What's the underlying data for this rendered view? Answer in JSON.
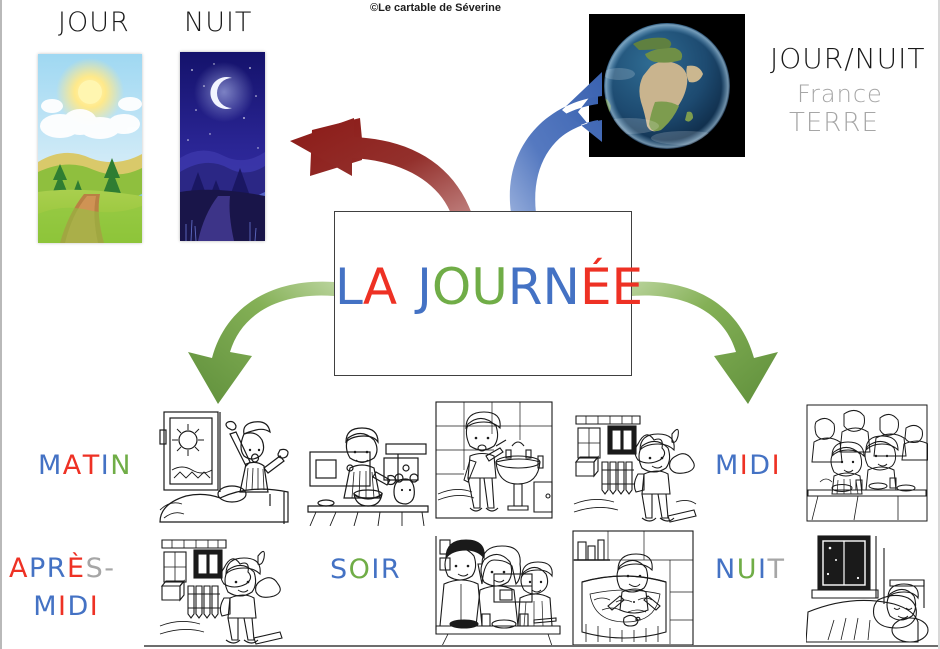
{
  "page": {
    "copyright": "©Le cartable de Séverine",
    "background": "#ffffff"
  },
  "colors": {
    "blue": "#4472C4",
    "red": "#EE3124",
    "green": "#70AD47",
    "grey": "#A6A6A6",
    "black": "#1a1a1a",
    "arrow_red": "#8C1A17",
    "arrow_blue": "#4472C4",
    "arrow_green": "#70AD47"
  },
  "top": {
    "jour_label": "JOUR",
    "nuit_label": "NUIT",
    "jour_image": "daytime-landscape-sun-photo",
    "nuit_image": "nighttime-landscape-moon-photo",
    "globe_image": "earth-globe-africa-europe-photo",
    "jour_nuit_title": "JOUR/NUIT",
    "france_label": "France",
    "terre_label": "TERRE"
  },
  "center": {
    "title": "LA JOURNÉE",
    "title_letters": [
      {
        "ch": "L",
        "color": "#4472C4"
      },
      {
        "ch": "A",
        "color": "#EE3124"
      },
      {
        "ch": " ",
        "color": "#ffffff"
      },
      {
        "ch": "J",
        "color": "#4472C4"
      },
      {
        "ch": "O",
        "color": "#70AD47"
      },
      {
        "ch": "U",
        "color": "#70AD47"
      },
      {
        "ch": "R",
        "color": "#4472C4"
      },
      {
        "ch": "N",
        "color": "#4472C4"
      },
      {
        "ch": "É",
        "color": "#EE3124"
      },
      {
        "ch": "E",
        "color": "#EE3124"
      }
    ]
  },
  "labels": {
    "matin": {
      "text": "MATIN",
      "letters": [
        {
          "ch": "M",
          "color": "#4472C4"
        },
        {
          "ch": "A",
          "color": "#EE3124"
        },
        {
          "ch": "T",
          "color": "#EE3124"
        },
        {
          "ch": "I",
          "color": "#4472C4"
        },
        {
          "ch": "N",
          "color": "#70AD47"
        }
      ]
    },
    "apres_midi": {
      "text": "APRÈS-MIDI",
      "line1": [
        {
          "ch": "A",
          "color": "#EE3124"
        },
        {
          "ch": "P",
          "color": "#4472C4"
        },
        {
          "ch": "R",
          "color": "#4472C4"
        },
        {
          "ch": "È",
          "color": "#EE3124"
        },
        {
          "ch": "S",
          "color": "#A6A6A6"
        },
        {
          "ch": "-",
          "color": "#A6A6A6"
        }
      ],
      "line2": [
        {
          "ch": "M",
          "color": "#4472C4"
        },
        {
          "ch": "I",
          "color": "#EE3124"
        },
        {
          "ch": "D",
          "color": "#4472C4"
        },
        {
          "ch": "I",
          "color": "#EE3124"
        }
      ]
    },
    "soir": {
      "text": "SOIR",
      "letters": [
        {
          "ch": "S",
          "color": "#4472C4"
        },
        {
          "ch": "O",
          "color": "#70AD47"
        },
        {
          "ch": "I",
          "color": "#4472C4"
        },
        {
          "ch": "R",
          "color": "#4472C4"
        }
      ]
    },
    "midi": {
      "text": "MIDI",
      "letters": [
        {
          "ch": "M",
          "color": "#4472C4"
        },
        {
          "ch": "I",
          "color": "#EE3124"
        },
        {
          "ch": "D",
          "color": "#4472C4"
        },
        {
          "ch": "I",
          "color": "#EE3124"
        }
      ]
    },
    "nuit": {
      "text": "NUIT",
      "letters": [
        {
          "ch": "N",
          "color": "#4472C4"
        },
        {
          "ch": "U",
          "color": "#70AD47"
        },
        {
          "ch": "I",
          "color": "#4472C4"
        },
        {
          "ch": "T",
          "color": "#A6A6A6"
        }
      ]
    }
  },
  "arrows": [
    {
      "name": "arrow-to-jour-nuit",
      "color": "#8C1A17",
      "direction": "up-left"
    },
    {
      "name": "arrow-to-globe",
      "color": "#4472C4",
      "direction": "up-right"
    },
    {
      "name": "arrow-to-morning",
      "color": "#70AD47",
      "direction": "down-left"
    },
    {
      "name": "arrow-to-noon",
      "color": "#70AD47",
      "direction": "down-right"
    }
  ],
  "pictures": [
    {
      "name": "waking-up-in-bed-illustration",
      "row": 1,
      "col": 1
    },
    {
      "name": "breakfast-illustration",
      "row": 1,
      "col": 2
    },
    {
      "name": "brushing-teeth-illustration",
      "row": 1,
      "col": 3
    },
    {
      "name": "leaving-for-school-illustration",
      "row": 1,
      "col": 4
    },
    {
      "name": "school-canteen-lunch-illustration",
      "row": 1,
      "col": 5
    },
    {
      "name": "coming-home-from-school-illustration",
      "row": 2,
      "col": 1
    },
    {
      "name": "family-dinner-illustration",
      "row": 2,
      "col": 3
    },
    {
      "name": "bath-time-illustration",
      "row": 2,
      "col": 4
    },
    {
      "name": "sleeping-at-night-illustration",
      "row": 2,
      "col": 5
    }
  ]
}
